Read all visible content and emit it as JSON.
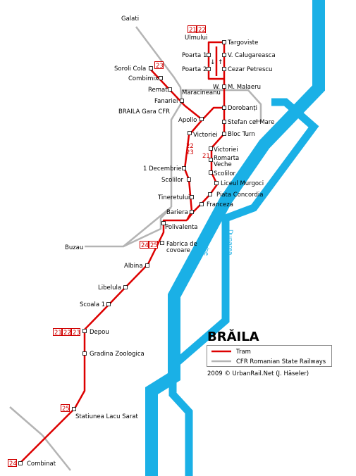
{
  "title": "BRĂILA",
  "legend": {
    "tram": "Tram",
    "rail": "CFR Romanian State Railways"
  },
  "credit": "2009 © UrbanRail.Net (J. Häseler)",
  "colors": {
    "tram": "#dd0000",
    "rail": "#b4b4b4",
    "water": "#1ab0e6",
    "station_fill": "#ffffff"
  },
  "rivers": {
    "danube": "Danube",
    "dunarea": "Dunarea"
  },
  "rail_labels": {
    "galati": "Galati",
    "buzau": "Buzau"
  },
  "line_labels": {
    "v_22": "22",
    "v_23": "23",
    "v_21": "21"
  },
  "direction_arrows": {
    "down": "↓",
    "up": "↑"
  },
  "badges": {
    "ulmului": [
      "21",
      "22"
    ],
    "soroli": [
      "23"
    ],
    "fabrica": [
      "24",
      "25"
    ],
    "depou": [
      "21",
      "22",
      "23"
    ],
    "lacu": [
      "25"
    ],
    "combinat": [
      "24"
    ]
  },
  "stations": {
    "ulmului": "Ulmului",
    "targoviste": "Targoviste",
    "poarta1": "Poarta 1",
    "calugareasca": "V. Calugareasca",
    "poarta2": "Poarta 2",
    "petrescu": "Cezar Petrescu",
    "soroli": "Soroli Cola",
    "combimix": "Combimix",
    "w": "W.",
    "malaeru": "M. Malaeru",
    "remat": "Remat",
    "maracineanu": "Maracineanu",
    "fanariei": "Fanariei",
    "gara": "BRAILA Gara CFR",
    "dorobanti": "Dorobanți",
    "apollo": "Apollo",
    "stefan": "Stefan cel Mare",
    "victoriei1": "Victoriei",
    "bloc": "Bloc Turn",
    "victoriei2": "Victoriei",
    "romarta1": "Romarta",
    "romarta2": "Veche",
    "decembrie": "1 Decembrie",
    "scolilor1": "Scolilor",
    "scolilor2": "Scolilor",
    "murgoci": "Liceul Murgoci",
    "tineretului": "Tineretului",
    "concordia": "Piata Concordia",
    "franceza": "Franceza",
    "bariera": "Bariera",
    "polivalenta": "Polivalenta",
    "fabrica1": "Fabrica de",
    "fabrica2": "covoare",
    "albina": "Albina",
    "libelula": "Libelula",
    "scoala": "Scoala 1",
    "depou": "Depou",
    "gradina": "Gradina Zoologica",
    "lacu": "Statiunea Lacu Sarat",
    "combinat": "Combinat"
  }
}
